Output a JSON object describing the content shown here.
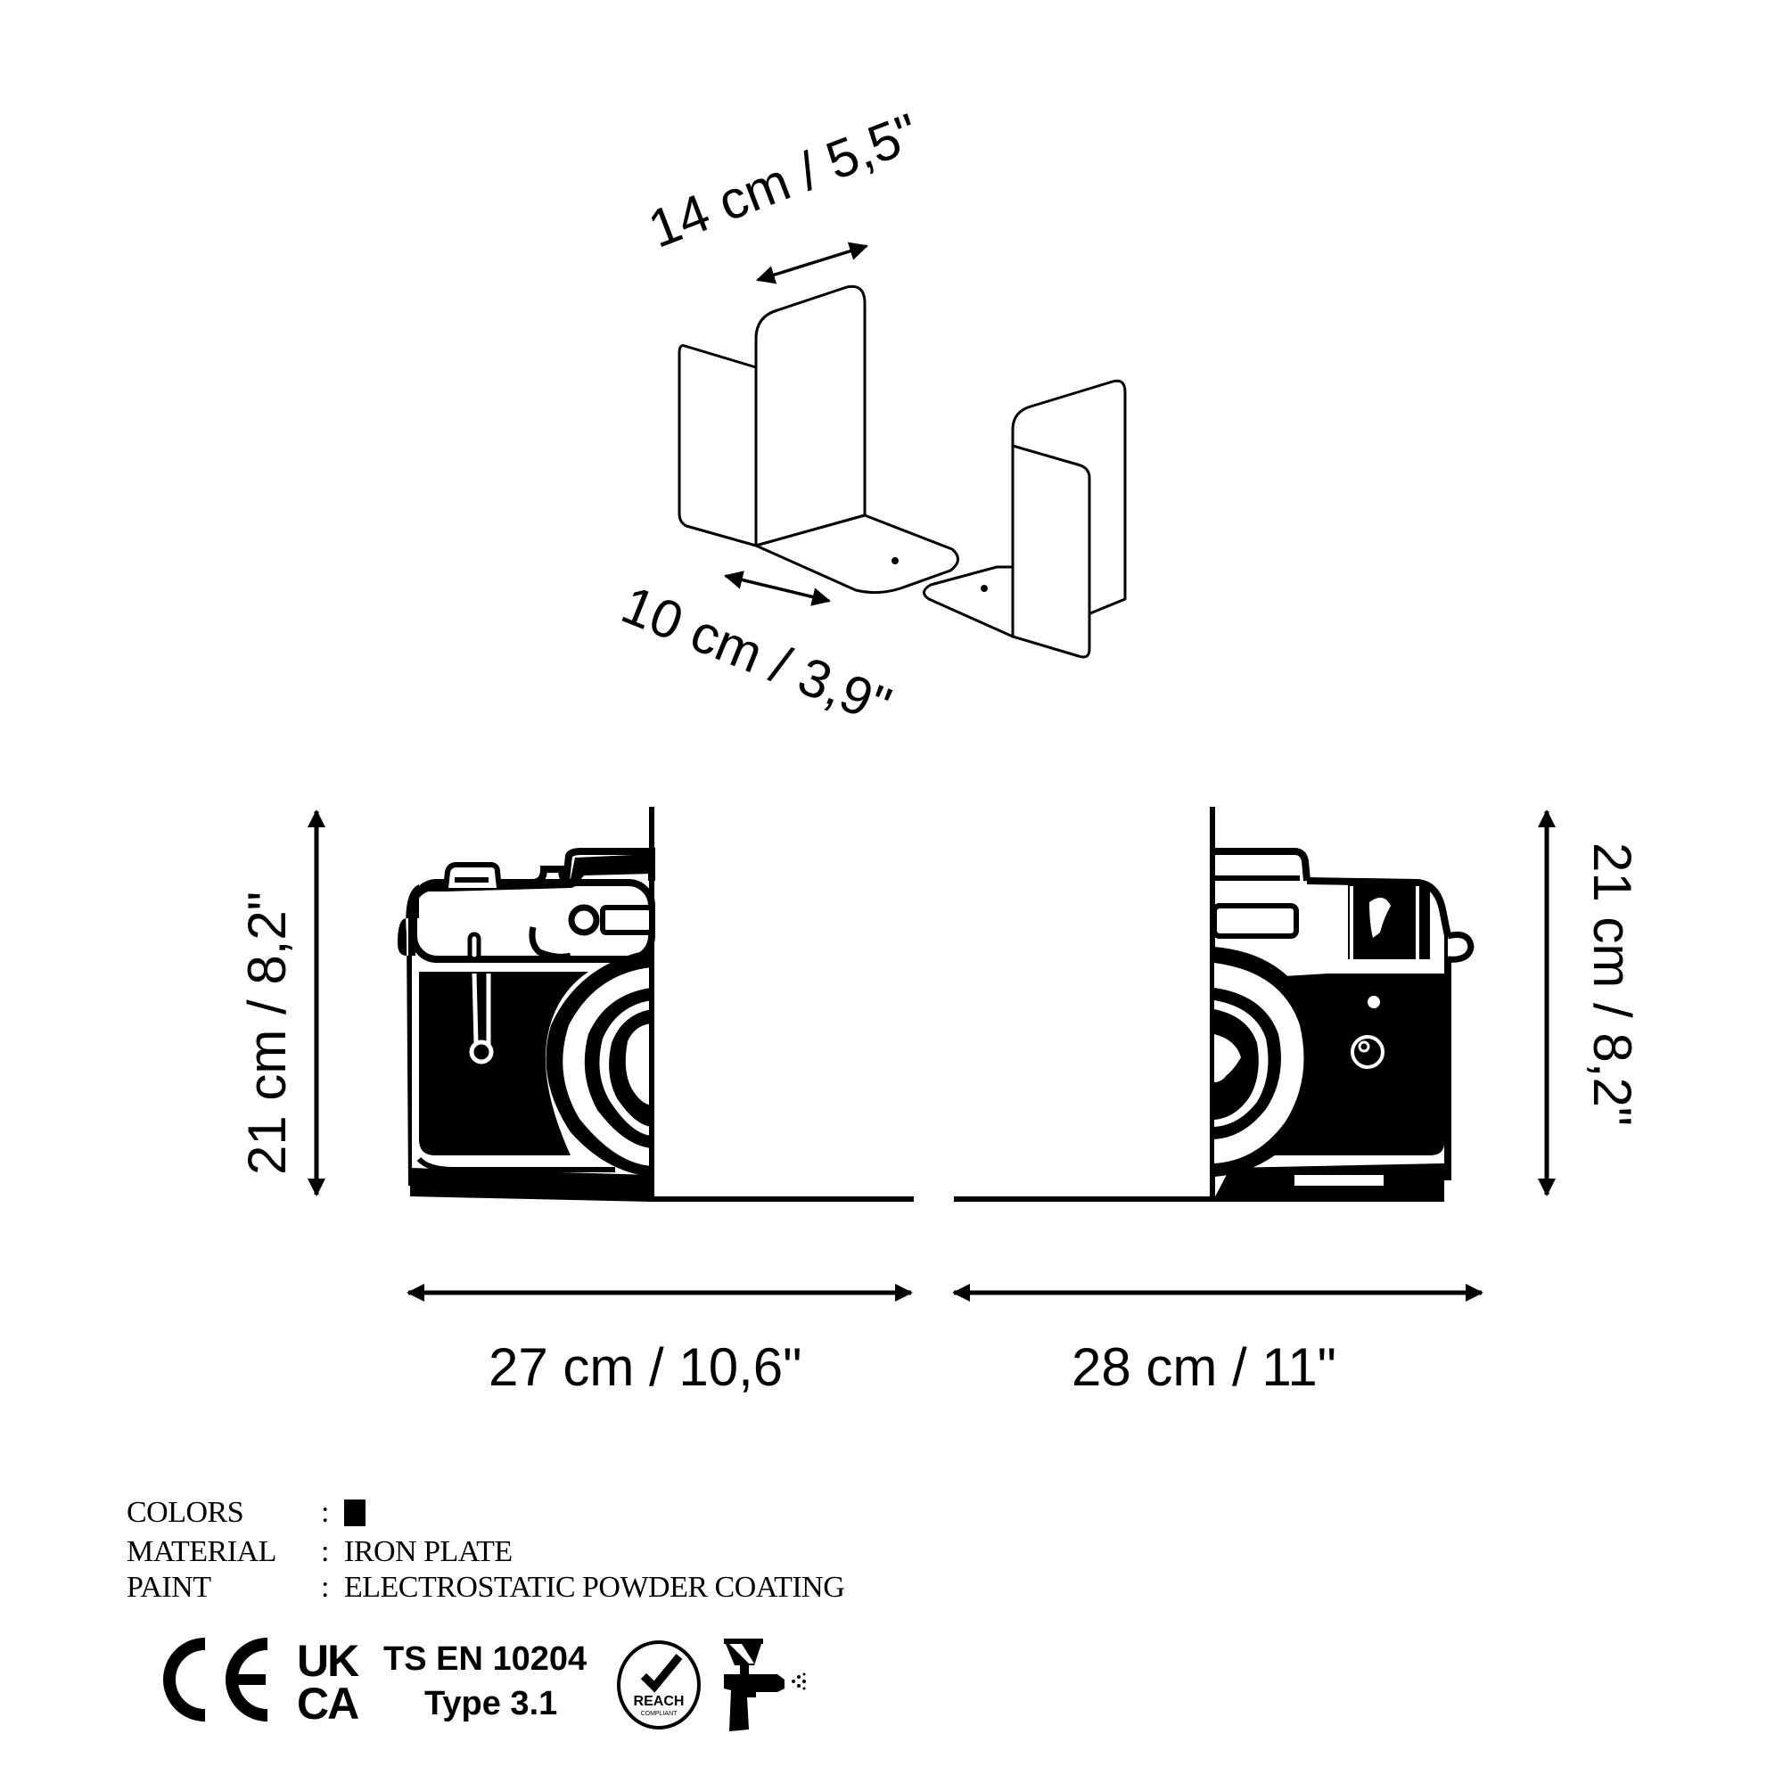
{
  "isometric": {
    "width_label": "14 cm / 5,5\"",
    "depth_label": "10 cm / 3,9\""
  },
  "front_view": {
    "left_height_label": "21 cm / 8,2\"",
    "right_height_label": "21 cm / 8,2\"",
    "left_width_label": "27 cm / 10,6\"",
    "right_width_label": "28 cm / 11\""
  },
  "specs": [
    {
      "key": "COLORS",
      "colon": ":",
      "value": "",
      "swatch": "#000000"
    },
    {
      "key": "MATERIAL",
      "colon": ":",
      "value": "IRON PLATE"
    },
    {
      "key": "PAINT",
      "colon": ":",
      "value": "ELECTROSTATIC POWDER COATING"
    }
  ],
  "certifications": {
    "ce_mark": "CE",
    "ukca_top": "UK",
    "ukca_bottom": "CA",
    "standard_line1": "TS EN 10204",
    "standard_line2": "Type 3.1",
    "reach_label": "REACH",
    "reach_sub": "COMPLIANT",
    "spray_gun_icon": "spray-gun-icon"
  },
  "colors": {
    "ink": "#000000",
    "background": "#ffffff"
  }
}
